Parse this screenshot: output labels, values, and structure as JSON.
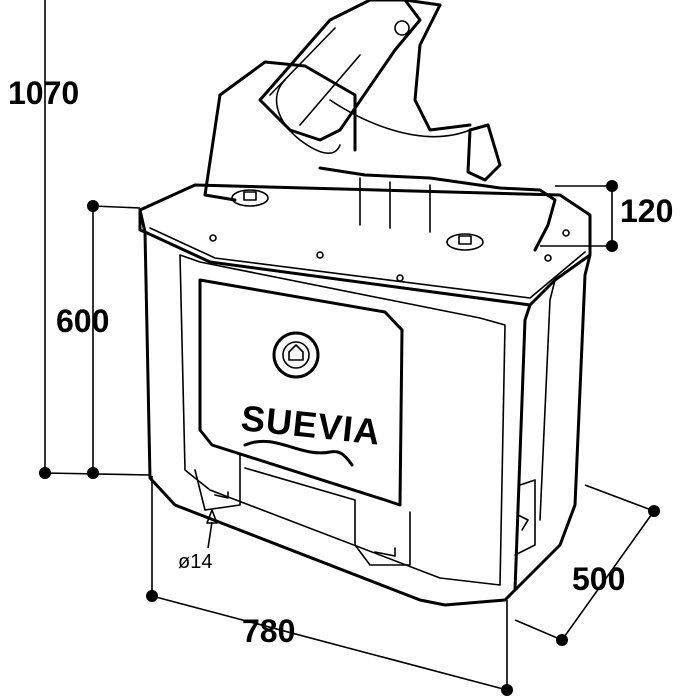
{
  "dimensions": {
    "total_height": "1070",
    "body_height": "600",
    "bowl_height": "120",
    "width": "780",
    "depth": "500",
    "hole_diameter": "ø14"
  },
  "product": {
    "brand": "SUEVIA"
  }
}
